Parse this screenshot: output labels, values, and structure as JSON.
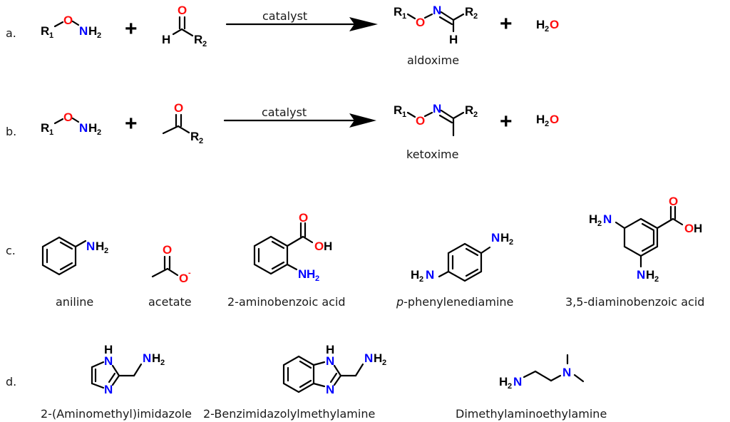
{
  "colors": {
    "oxygen": "#ff0d0d",
    "nitrogen": "#0000ff",
    "bond": "#000000"
  },
  "rows": {
    "a": {
      "label": "a.",
      "arrow_text": "catalyst",
      "product_name": "aldoxime",
      "plus": "+",
      "water": {
        "h": "H",
        "sub": "2",
        "o": "O"
      }
    },
    "b": {
      "label": "b.",
      "arrow_text": "catalyst",
      "product_name": "ketoxime",
      "plus": "+",
      "water": {
        "h": "H",
        "sub": "2",
        "o": "O"
      }
    },
    "c": {
      "label": "c."
    },
    "d": {
      "label": "d."
    }
  },
  "atoms": {
    "R": "R",
    "one": "1",
    "two": "2",
    "O": "O",
    "N": "N",
    "H": "H",
    "NH": "NH",
    "OH": "OH",
    "minus": "-"
  },
  "compounds": {
    "c": [
      "aniline",
      "acetate",
      "2-aminobenzoic acid",
      "p-phenylenediamine",
      "3,5-diaminobenzoic acid"
    ],
    "d": [
      "2-(Aminomethyl)imidazole",
      "2-Benzimidazolylmethylamine",
      "Dimethylaminoethylamine"
    ]
  },
  "ppd": {
    "italic": "p",
    "rest": "-phenylenediamine"
  }
}
